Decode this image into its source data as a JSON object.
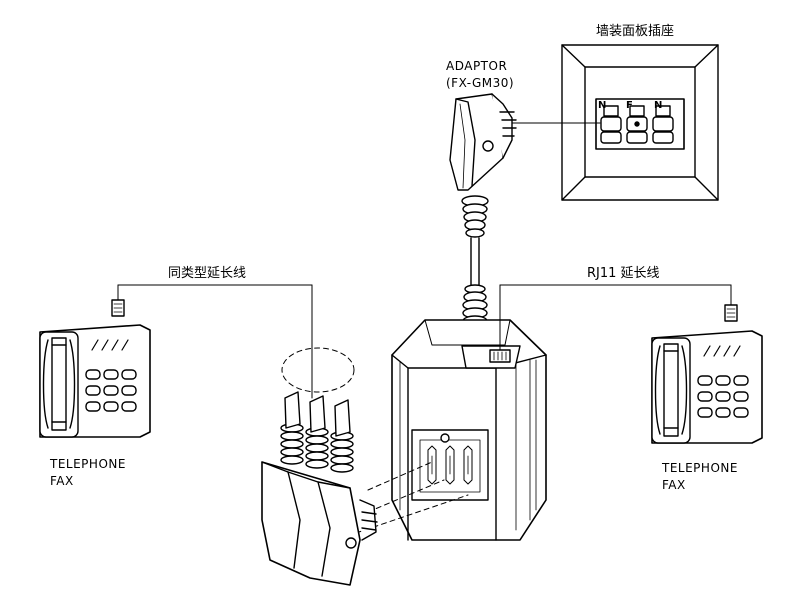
{
  "labels": {
    "wall_socket": "墙装面板插座",
    "adaptor_line1": "ADAPTOR",
    "adaptor_line2": "(FX-GM30)",
    "same_type_cable": "同类型延长线",
    "rj11_cable": "RJ11 延长线",
    "left_device_line1": "TELEPHONE",
    "left_device_line2": "FAX",
    "right_device_line1": "TELEPHONE",
    "right_device_line2": "FAX",
    "socket_n_left": "N",
    "socket_f": "F",
    "socket_n_right": "N"
  },
  "colors": {
    "line": "#000000",
    "fill": "#ffffff",
    "shade": "#d9d9d9"
  }
}
